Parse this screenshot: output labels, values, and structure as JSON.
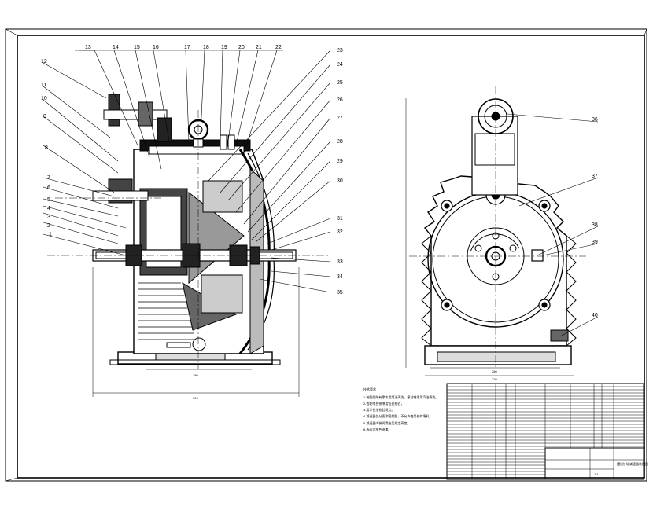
{
  "drawing": {
    "left_callouts": [
      "12",
      "11",
      "10",
      "9",
      "8",
      "7",
      "6",
      "5",
      "3",
      "4",
      "2",
      "1"
    ],
    "top_callouts": [
      "13",
      "14",
      "15",
      "16",
      "17",
      "18",
      "19",
      "20",
      "21",
      "22"
    ],
    "right_callouts": [
      "23",
      "24",
      "25",
      "26",
      "27",
      "28",
      "29",
      "30",
      "31",
      "32",
      "33",
      "34",
      "35"
    ],
    "side_callouts": [
      "36",
      "37",
      "38",
      "39",
      "40"
    ],
    "dims": {
      "front_width": "300",
      "base_width": "180",
      "side_width": "320",
      "side_base": "280"
    }
  },
  "notes": {
    "heading": "技术要求",
    "lines": [
      "1.装配前所有零件用煤油清洗，滚动轴承用汽油清洗。",
      "2.齿轮啮合侧隙用铅丝检验，",
      "3.用涂色法检验斑点。",
      "4.减速器剖分面涂密封胶，不允许使用任何填料。",
      "5.减速器内装润滑油至规定高度。",
      "6.表面涂灰色油漆。"
    ]
  },
  "title_block": {
    "name": "摆线针轮减速器装配图",
    "scale": "1:1"
  }
}
